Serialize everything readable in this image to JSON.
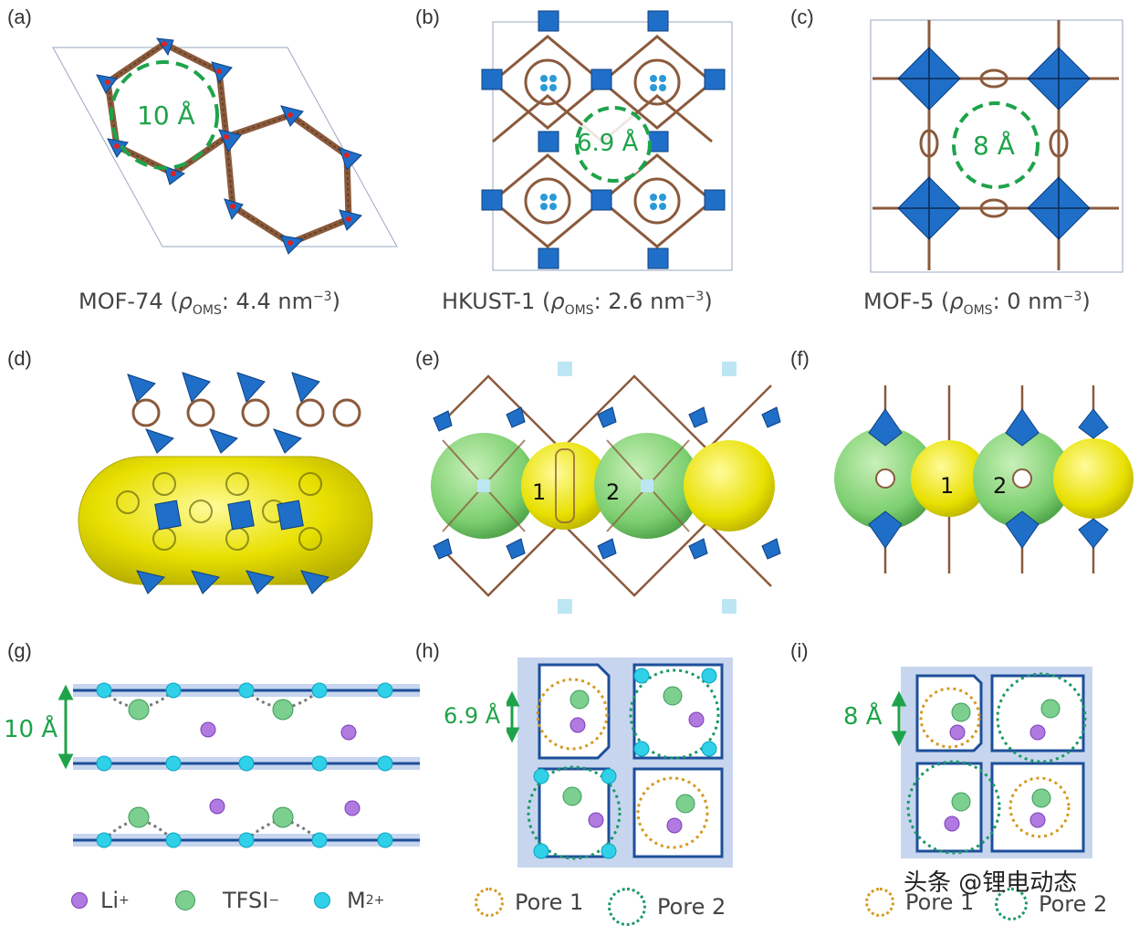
{
  "panels": {
    "a": {
      "label": "(a)",
      "pore": "10 Å",
      "name": "MOF-74",
      "rho_label": "ρ",
      "rho_sub": "OMS",
      "rho_value": ": 4.4 nm",
      "rho_exp": "−3",
      "close": ")"
    },
    "b": {
      "label": "(b)",
      "pore": "6.9 Å",
      "name": "HKUST-1",
      "rho_label": "ρ",
      "rho_sub": "OMS",
      "rho_value": ": 2.6 nm",
      "rho_exp": "−3",
      "close": ")"
    },
    "c": {
      "label": "(c)",
      "pore": "8 Å",
      "name": "MOF-5",
      "rho_label": "ρ",
      "rho_sub": "OMS",
      "rho_value": ": 0 nm",
      "rho_exp": "−3",
      "close": ")"
    },
    "d": {
      "label": "(d)"
    },
    "e": {
      "label": "(e)",
      "sphere1": "1",
      "sphere2": "2"
    },
    "f": {
      "label": "(f)",
      "sphere1": "1",
      "sphere2": "2"
    },
    "g": {
      "label": "(g)",
      "dim": "10 Å"
    },
    "h": {
      "label": "(h)",
      "dim": "6.9 Å"
    },
    "i": {
      "label": "(i)",
      "dim": "8 Å"
    }
  },
  "legend": {
    "li": "Li",
    "li_sup": "+",
    "tfsi": "TFSI",
    "tfsi_sup": "−",
    "m": "M",
    "m_sup": "2+",
    "pore1": "Pore 1",
    "pore2": "Pore 2",
    "pore1_i": "Pore 1",
    "pore2_i": "Pore 2"
  },
  "watermark": "头条 @锂电动态",
  "colors": {
    "accent_green": "#1ea34a",
    "mof_blue": "#1f6fc8",
    "linker_brown": "#8b5a3c",
    "oxygen_red": "#d22",
    "sphere_yellow": "#e8e000",
    "sphere_green": "#7ccf6f",
    "li_purple": "#9b4fd6",
    "cation_cyan": "#2fd0e8",
    "pore1_orange": "#d49a20",
    "pore2_green": "#1a9a66",
    "layer_blue": "#1d4f9a",
    "layer_fill": "#c7d6ee"
  }
}
